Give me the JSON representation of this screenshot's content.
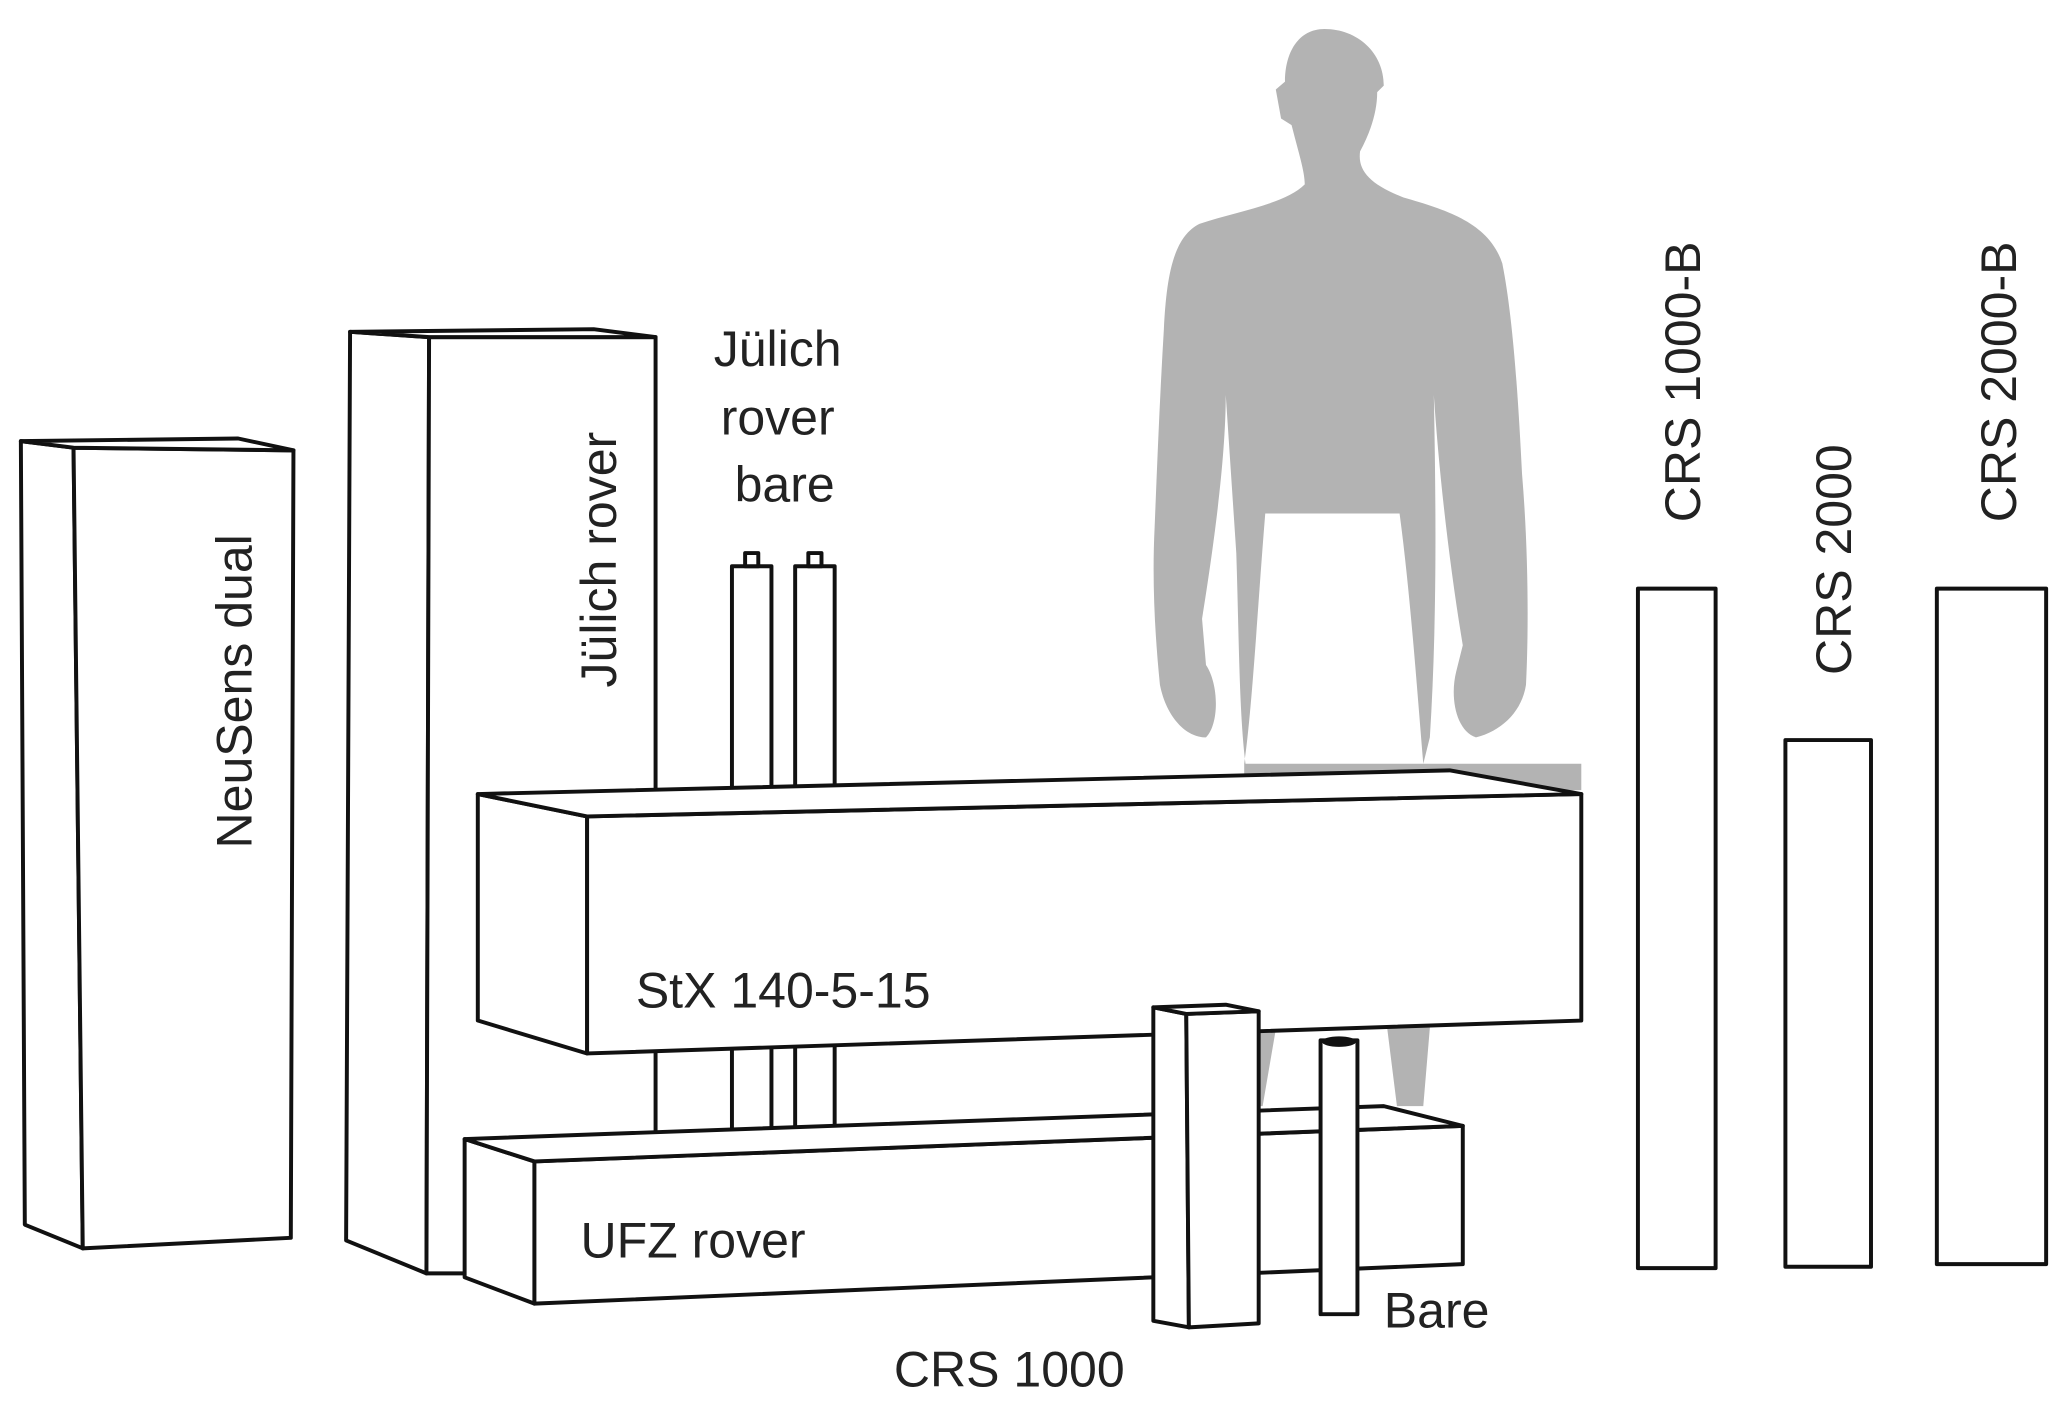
{
  "labels": {
    "neusens": "NeuSens dual",
    "julich_rover": "Jülich rover",
    "julich_bare": [
      "Jülich",
      "rover",
      "bare"
    ],
    "stx": "StX 140-5-15",
    "ufz": "UFZ rover",
    "crs1000": "CRS 1000",
    "bare": "Bare",
    "crs1000b": "CRS 1000-B",
    "crs2000": "CRS 2000",
    "crs2000b": "CRS 2000-B"
  },
  "colors": {
    "outline": "#111111",
    "human": "#b3b3b3",
    "fill": "#ffffff"
  }
}
